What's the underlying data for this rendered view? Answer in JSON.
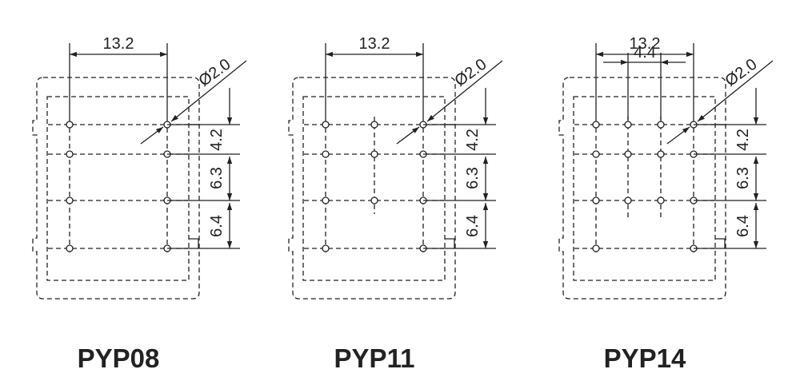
{
  "diagrams": [
    {
      "id": "pyp08",
      "title": "PYP08",
      "pin_columns": 2,
      "width_dim": "13.2",
      "inner_dim": "",
      "hole_dim": "Ø2.0",
      "row_dims": [
        "4.2",
        "6.3",
        "6.4"
      ]
    },
    {
      "id": "pyp11",
      "title": "PYP11",
      "pin_columns": 3,
      "width_dim": "13.2",
      "inner_dim": "",
      "hole_dim": "Ø2.0",
      "row_dims": [
        "4.2",
        "6.3",
        "6.4"
      ]
    },
    {
      "id": "pyp14",
      "title": "PYP14",
      "pin_columns": 4,
      "width_dim": "13.2",
      "inner_dim": "4.4",
      "hole_dim": "Ø2.0",
      "row_dims": [
        "4.2",
        "6.3",
        "6.4"
      ]
    }
  ],
  "colors": {
    "line": "#222222",
    "background": "#ffffff"
  }
}
